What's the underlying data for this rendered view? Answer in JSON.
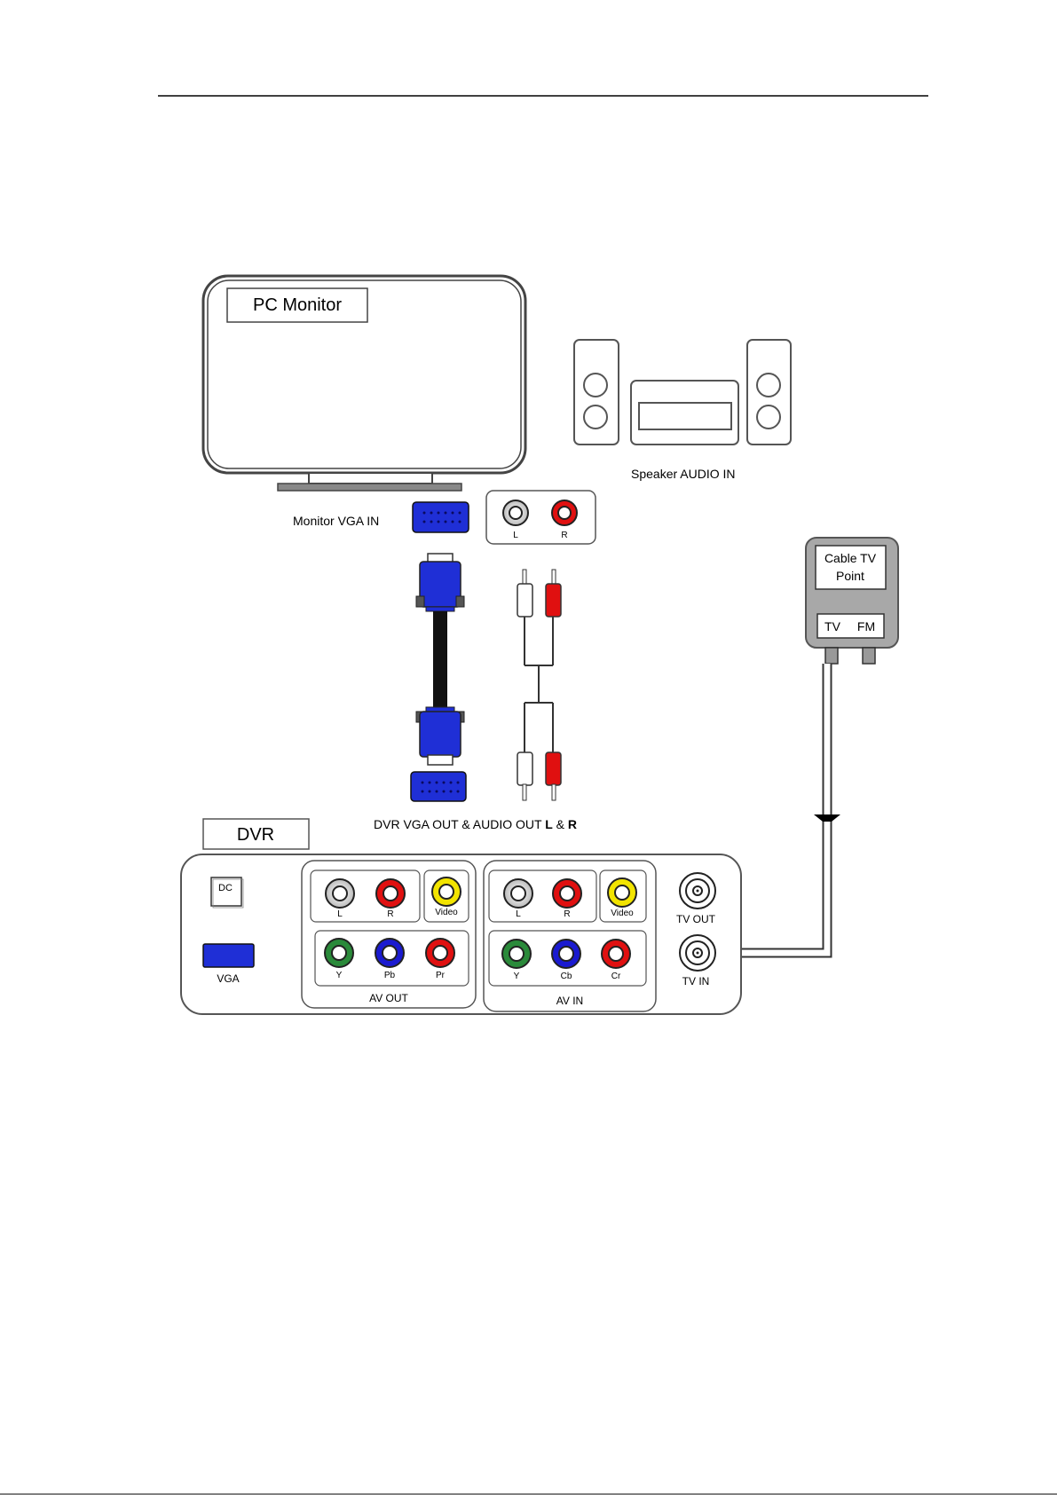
{
  "monitor": {
    "label": "PC Monitor",
    "vga_label": "Monitor VGA IN"
  },
  "speaker": {
    "label": "Speaker AUDIO  IN",
    "left": "L",
    "right": "R"
  },
  "cable_tv": {
    "line1": "Cable TV",
    "line2": "Point",
    "tv": "TV",
    "fm": "FM"
  },
  "cables": {
    "caption_prefix": "DVR VGA OUT & AUDIO OUT ",
    "caption_l": "L",
    "caption_mid": " & ",
    "caption_r": "R"
  },
  "dvr": {
    "label": "DVR",
    "dc": "DC",
    "vga": "VGA",
    "av_out": {
      "title": "AV OUT",
      "l": "L",
      "r": "R",
      "video": "Video",
      "y": "Y",
      "pb": "Pb",
      "pr": "Pr"
    },
    "av_in": {
      "title": "AV  IN",
      "l": "L",
      "r": "R",
      "video": "Video",
      "y": "Y",
      "cb": "Cb",
      "cr": "Cr"
    },
    "tv_out": "TV OUT",
    "tv_in": "TV IN"
  },
  "colors": {
    "vga_blue": "#1f2fd6",
    "rca_red": "#e01010",
    "rca_white": "#ffffff",
    "rca_yellow": "#f2e400",
    "rca_green": "#2a8a3a",
    "rca_blue": "#1a1ad0",
    "cable_box_gray": "#a8a8a8",
    "line": "#333333"
  }
}
